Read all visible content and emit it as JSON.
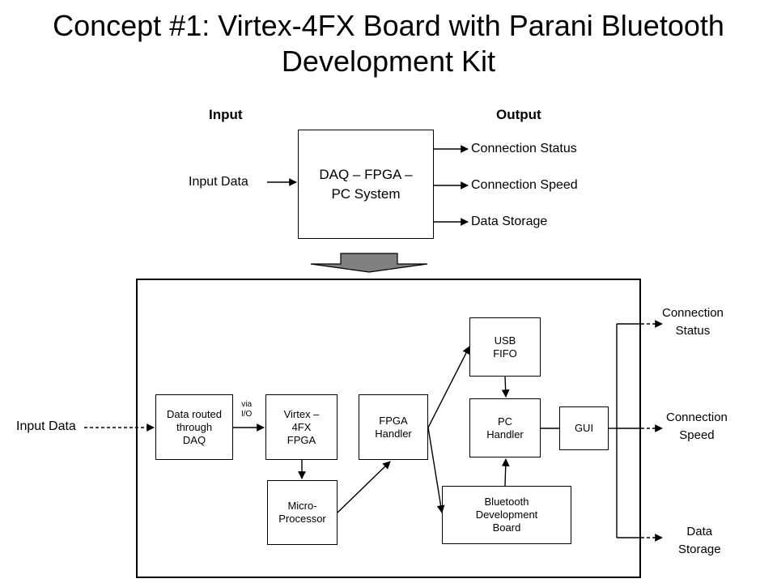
{
  "title": "Concept #1: Virtex-4FX Board with Parani Bluetooth Development Kit",
  "top": {
    "input_header": "Input",
    "output_header": "Output",
    "input_label": "Input Data",
    "system_box": "DAQ – FPGA –\nPC System",
    "outputs": [
      "Connection Status",
      "Connection Speed",
      "Data Storage"
    ]
  },
  "bottom": {
    "input_label": "Input Data",
    "via_label": "via\nI/O",
    "blocks": {
      "daq": "Data routed\nthrough\nDAQ",
      "fpga": "Virtex –\n4FX\nFPGA",
      "micro": "Micro-\nProcessor",
      "fpga_handler": "FPGA\nHandler",
      "usb_fifo": "USB\nFIFO",
      "pc_handler": "PC\nHandler",
      "gui": "GUI",
      "bluetooth": "Bluetooth\nDevelopment\nBoard"
    },
    "outputs": [
      "Connection\nStatus",
      "Connection\nSpeed",
      "Data\nStorage"
    ]
  },
  "colors": {
    "arrow_fill": "#808080",
    "line": "#000000"
  }
}
